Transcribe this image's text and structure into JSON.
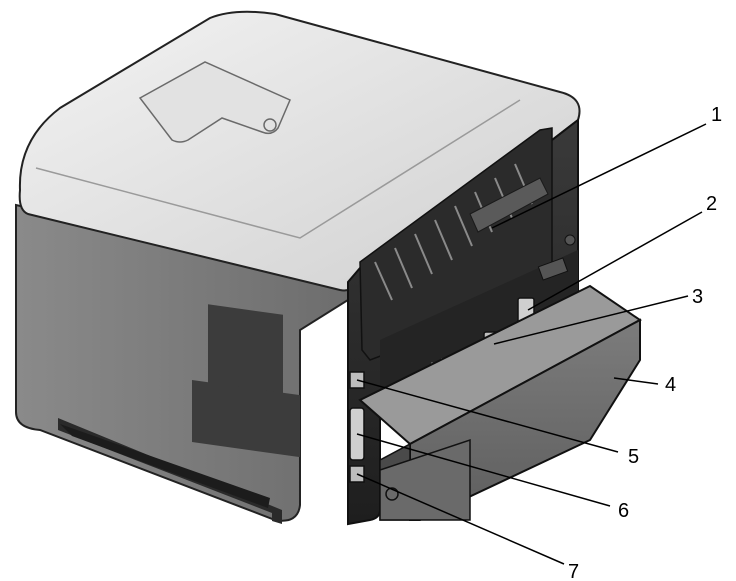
{
  "figure": {
    "callouts": [
      {
        "id": 1,
        "label": "1"
      },
      {
        "id": 2,
        "label": "2"
      },
      {
        "id": 3,
        "label": "3"
      },
      {
        "id": 4,
        "label": "4"
      },
      {
        "id": 5,
        "label": "5"
      },
      {
        "id": 6,
        "label": "6"
      },
      {
        "id": 7,
        "label": "7"
      }
    ]
  }
}
